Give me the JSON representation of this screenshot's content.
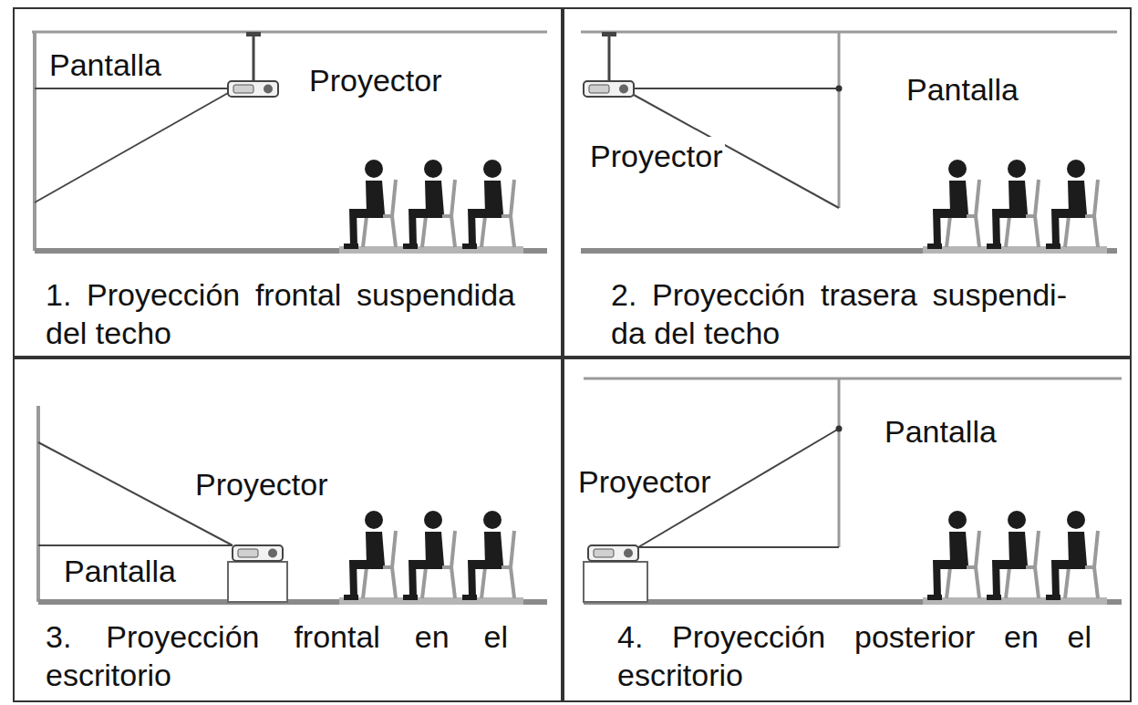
{
  "diagram": {
    "nodes": [
      {
        "text": [
          "Pantalla",
          "Proyector",
          "1. Proyección frontal suspendida del techo"
        ]
      },
      {
        "text": [
          "Pantalla",
          "Proyector",
          "2. Proyección trasera suspendi- da del techo"
        ]
      },
      {
        "text": [
          "Proyector",
          "Pantalla",
          "3. Proyección frontal en el escritorio"
        ]
      },
      {
        "text": [
          "Pantalla",
          "Proyector",
          "4. Proyección posterior en el escritorio"
        ]
      }
    ]
  }
}
